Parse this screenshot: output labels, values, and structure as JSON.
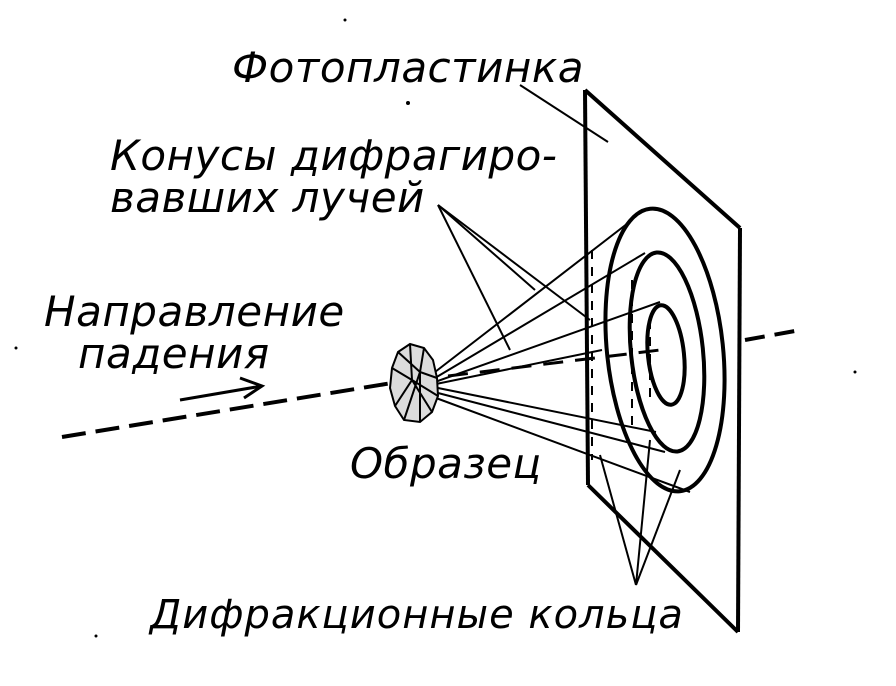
{
  "labels": {
    "photoplate": "Фотопластинка",
    "cones_line1": "Конусы дифрагиро-",
    "cones_line2": "вавших лучей",
    "direction_line1": "Направление",
    "direction_line2": "падения",
    "sample": "Образец",
    "rings": "Дифракционные кольца"
  },
  "colors": {
    "ink": "#000000",
    "paper": "#ffffff"
  }
}
